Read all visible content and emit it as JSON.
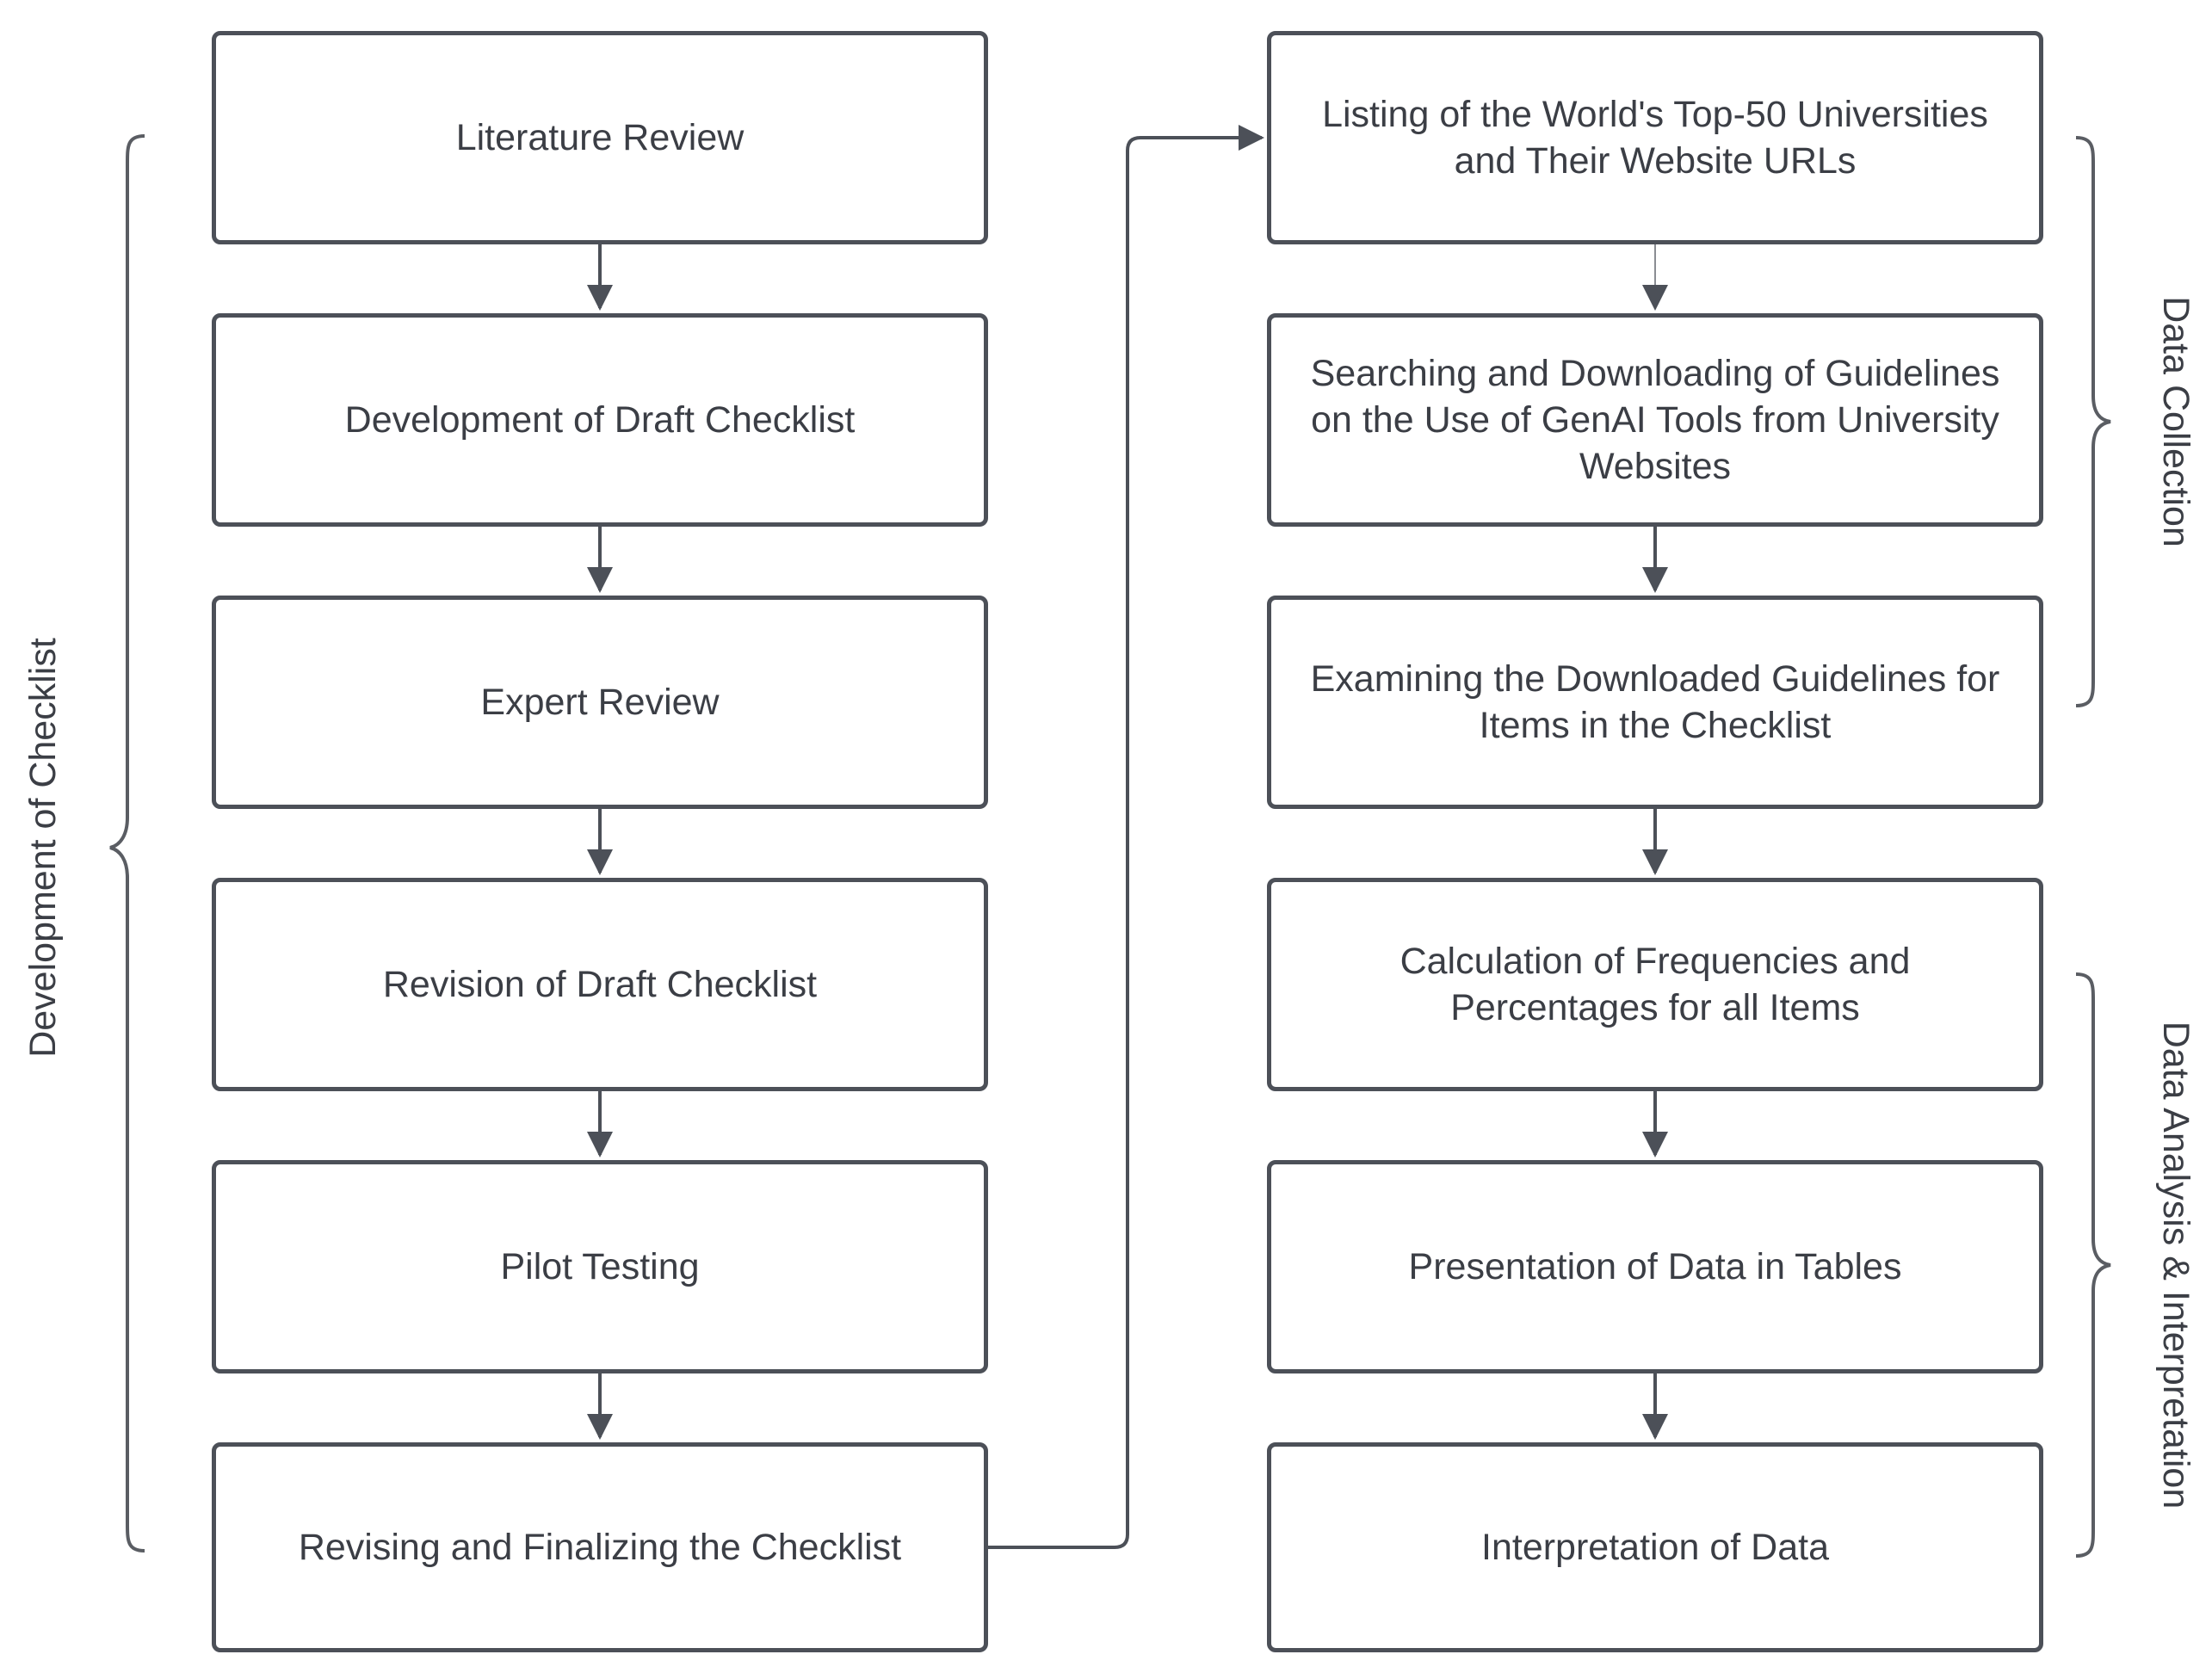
{
  "diagram": {
    "left_column": {
      "group_label": "Development of Checklist",
      "steps": [
        "Literature Review",
        "Development of Draft Checklist",
        "Expert Review",
        "Revision of Draft Checklist",
        "Pilot Testing",
        "Revising and Finalizing the Checklist"
      ]
    },
    "right_column": {
      "steps": [
        "Listing of the World's Top-50 Universities and Their Website URLs",
        "Searching and Downloading of Guidelines on the Use of GenAI Tools from University Websites",
        "Examining the Downloaded Guidelines for Items in the Checklist",
        "Calculation of Frequencies and Percentages for all Items",
        "Presentation of Data in Tables",
        "Interpretation of Data"
      ],
      "groups": [
        {
          "label": "Data Collection"
        },
        {
          "label": "Data Analysis & Interpretation"
        }
      ]
    },
    "colors": {
      "stroke": "#4c5058",
      "text": "#3b3e45",
      "brace": "#5a5d63"
    }
  }
}
